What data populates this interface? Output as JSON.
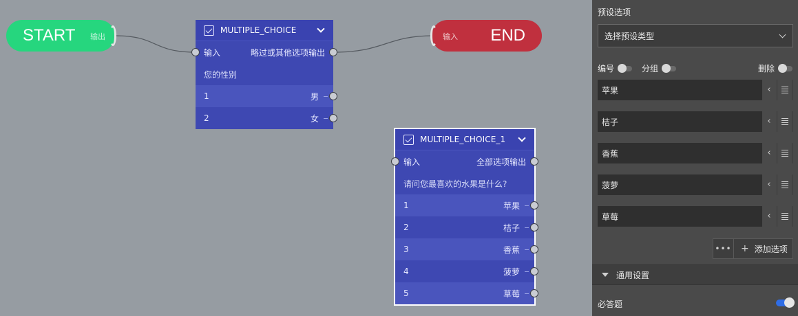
{
  "canvas": {
    "start": {
      "title": "START",
      "output_label": "输出"
    },
    "end": {
      "title": "END",
      "input_label": "输入"
    },
    "nodes": [
      {
        "title": "MULTIPLE_CHOICE",
        "input_label": "输入",
        "output_label": "略过或其他选项输出",
        "question": "您的性别",
        "options": [
          {
            "num": "1",
            "label": "男"
          },
          {
            "num": "2",
            "label": "女"
          }
        ]
      },
      {
        "title": "MULTIPLE_CHOICE_1",
        "input_label": "输入",
        "output_label": "全部选项输出",
        "question": "请问您最喜欢的水果是什么?",
        "options": [
          {
            "num": "1",
            "label": "苹果"
          },
          {
            "num": "2",
            "label": "桔子"
          },
          {
            "num": "3",
            "label": "香蕉"
          },
          {
            "num": "4",
            "label": "菠萝"
          },
          {
            "num": "5",
            "label": "草莓"
          }
        ]
      }
    ]
  },
  "panel": {
    "heading": "预设选项",
    "preset_select": "选择预设类型",
    "toggles": {
      "numbering": "编号",
      "grouping": "分组",
      "delete": "删除"
    },
    "options": [
      "苹果",
      "桔子",
      "香蕉",
      "菠萝",
      "草莓"
    ],
    "more_label": "•••",
    "add_label": "添加选项",
    "section_title": "通用设置",
    "required_label": "必答题",
    "required_on": true
  },
  "colors": {
    "start": "#26d67e",
    "end": "#c0303e",
    "node": "#3e48b2",
    "canvas": "#969ca2",
    "panel": "#4a4a4a",
    "toggle_on": "#2f6de6"
  }
}
